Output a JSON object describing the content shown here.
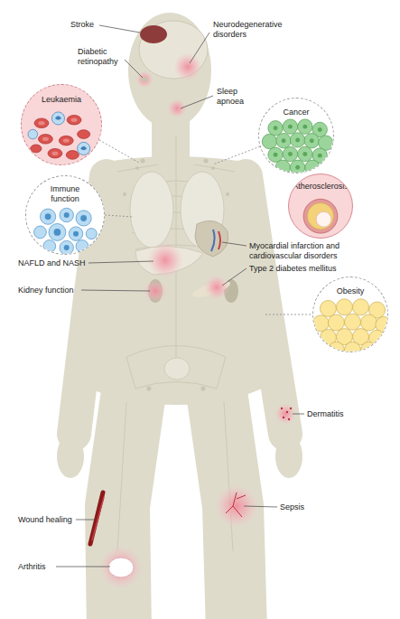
{
  "diagram": {
    "nodes": [
      {
        "text": [
          "Leukaemia"
        ]
      },
      {
        "text": [
          "Cancer"
        ]
      },
      {
        "text": [
          "Immune function"
        ]
      },
      {
        "text": [
          "Atherosclerosis"
        ]
      },
      {
        "text": [
          "Obesity"
        ]
      }
    ],
    "labels": [
      "Stroke",
      "Neurodegenerative disorders",
      "Diabetic retinopathy",
      "Sleep apnoea",
      "Myocardial infarction and cardiovascular disorders",
      "Type 2 diabetes mellitus",
      "NAFLD and NASH",
      "Kidney function",
      "Dermatitis",
      "Wound healing",
      "Sepsis",
      "Arthritis"
    ]
  }
}
